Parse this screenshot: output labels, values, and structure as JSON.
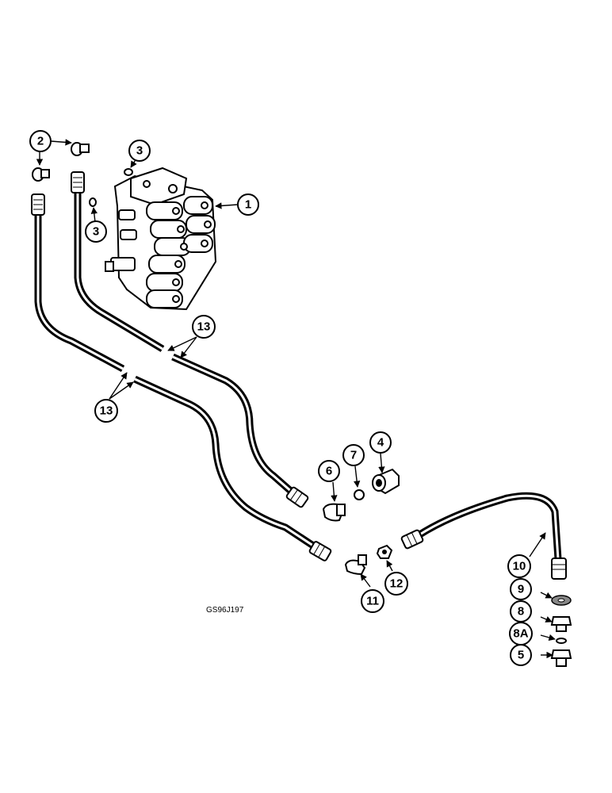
{
  "figure_ref": "GS96J197",
  "callouts": [
    "1",
    "2",
    "3",
    "3",
    "4",
    "5",
    "6",
    "7",
    "8",
    "8A",
    "9",
    "10",
    "11",
    "12",
    "13",
    "13"
  ]
}
